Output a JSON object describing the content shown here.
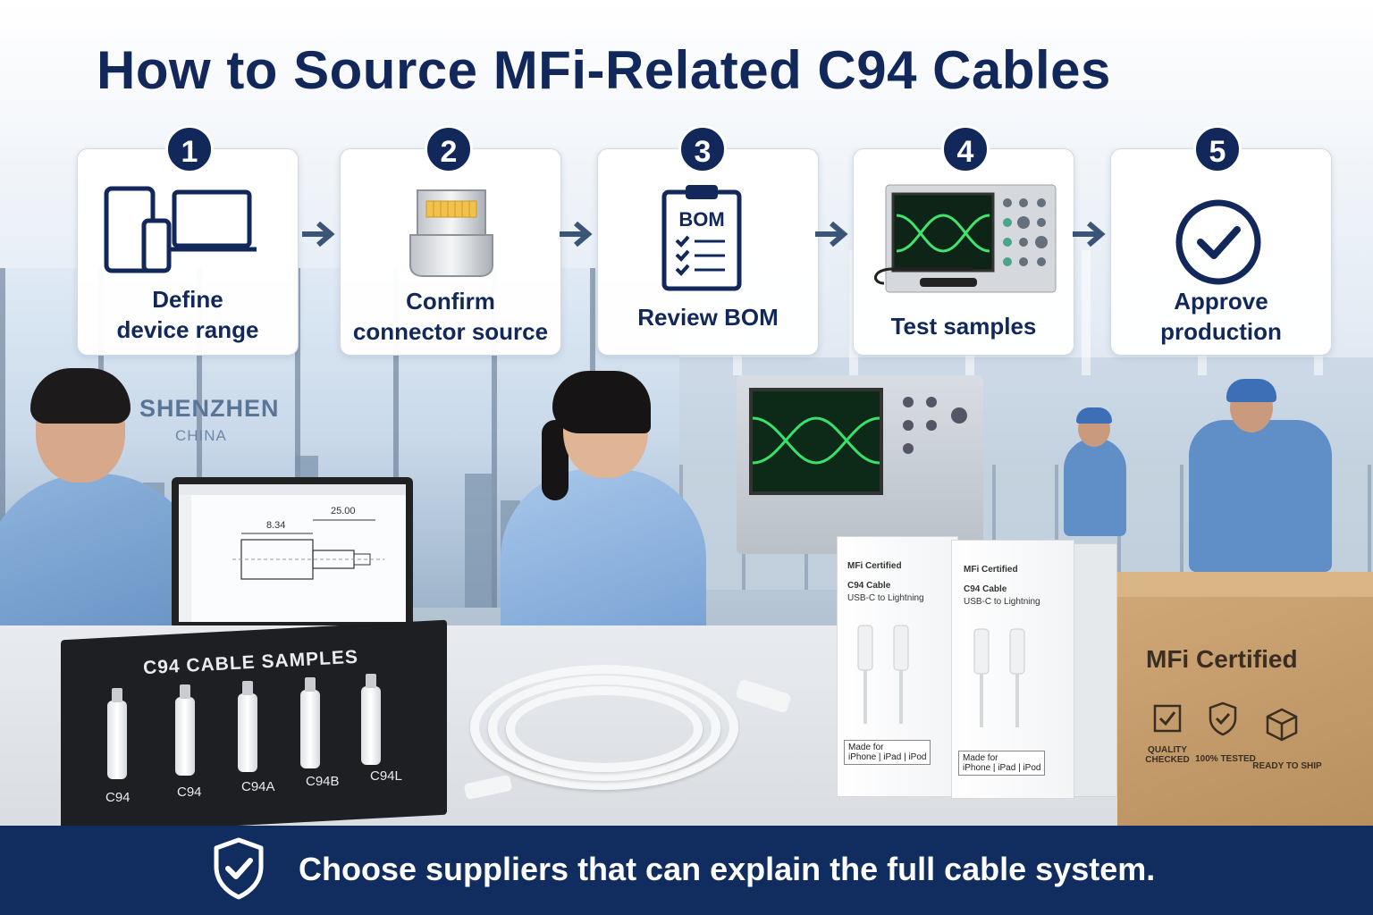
{
  "title": "How to Source MFi-Related C94 Cables",
  "steps": [
    {
      "number": "1",
      "label_line1": "Define",
      "label_line2": "device range",
      "icon": "devices-icon"
    },
    {
      "number": "2",
      "label_line1": "Confirm",
      "label_line2": "connector source",
      "icon": "lightning-connector-icon"
    },
    {
      "number": "3",
      "label_line1": "Review BOM",
      "label_line2": "",
      "icon": "bom-clipboard-icon",
      "icon_text": "BOM"
    },
    {
      "number": "4",
      "label_line1": "Test samples",
      "label_line2": "",
      "icon": "oscilloscope-icon"
    },
    {
      "number": "5",
      "label_line1": "Approve",
      "label_line2": "production",
      "icon": "checkmark-circle-icon"
    }
  ],
  "scene": {
    "location_line1": "SHENZHEN",
    "location_line2": "CHINA",
    "drawing_dim1": "8.34",
    "drawing_dim2": "25.00",
    "board_title": "C94 CABLE SAMPLES",
    "board_labels": [
      "C94",
      "C94",
      "C94A",
      "C94B",
      "C94L"
    ],
    "package_certified": "MFi Certified",
    "package_product": "C94 Cable",
    "package_subtitle": "USB-C to Lightning",
    "package_made_for": "Made for",
    "package_devices": "iPhone | iPad | iPod",
    "carton_title": "MFi Certified",
    "carton_badges": [
      "QUALITY CHECKED",
      "100% TESTED",
      "READY TO SHIP"
    ]
  },
  "footer": {
    "text": "Choose suppliers that can explain the full cable system.",
    "icon": "shield-check-icon"
  },
  "colors": {
    "navy": "#12285a",
    "footer_bg": "#112c5e",
    "arrow": "#3a5578"
  }
}
